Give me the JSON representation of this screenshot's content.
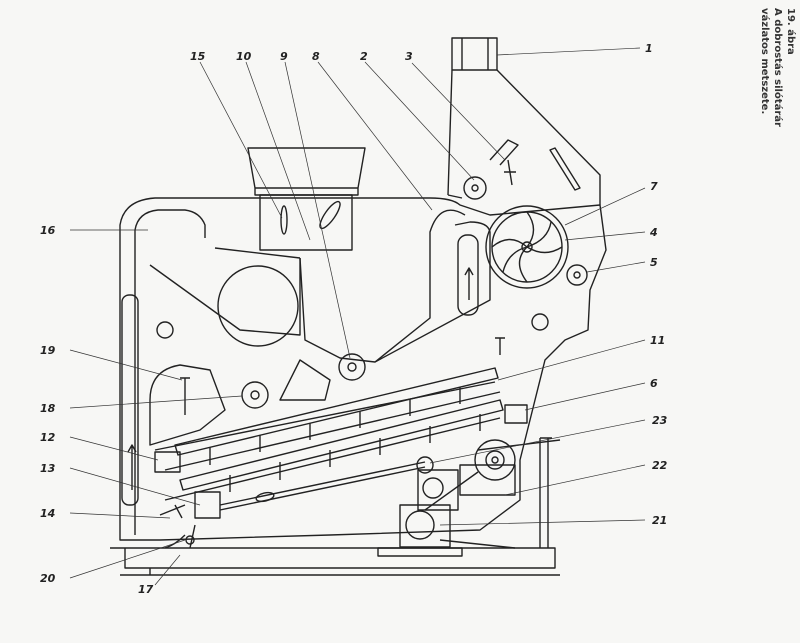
{
  "caption": {
    "figure": "19. ábra",
    "line1": "A dobrostás silótárár",
    "line2": "vázlatos metszete."
  },
  "callouts": {
    "c1": "1",
    "c2": "2",
    "c3": "3",
    "c4": "4",
    "c5": "5",
    "c6": "6",
    "c7": "7",
    "c8": "8",
    "c9": "9",
    "c10": "10",
    "c11": "11",
    "c12": "12",
    "c13": "13",
    "c14": "14",
    "c15": "15",
    "c16": "16",
    "c17": "17",
    "c18": "18",
    "c19": "19",
    "c20": "20",
    "c21": "21",
    "c22": "22",
    "c23": "23"
  },
  "colors": {
    "ink": "#222222",
    "paper": "#f7f7f5"
  }
}
